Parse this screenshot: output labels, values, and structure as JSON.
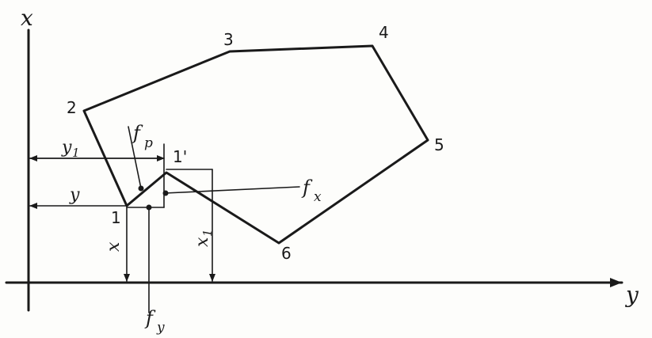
{
  "diagram": {
    "axes": {
      "x_label": "x",
      "y_label": "y"
    },
    "vertex_labels": [
      "1",
      "2",
      "3",
      "4",
      "5",
      "6",
      "1'"
    ],
    "force_labels": {
      "fp": "f",
      "fp_sub": "p",
      "fx": "f",
      "fx_sub": "x",
      "fy": "f",
      "fy_sub": "y"
    },
    "dimension_labels": {
      "y": "y",
      "y1": "y",
      "y1_sub": "1",
      "x": "x",
      "x1": "x",
      "x1_sub": "1"
    },
    "colors": {
      "ink": "#1a1a1a",
      "paper": "#fdfdfb"
    }
  }
}
